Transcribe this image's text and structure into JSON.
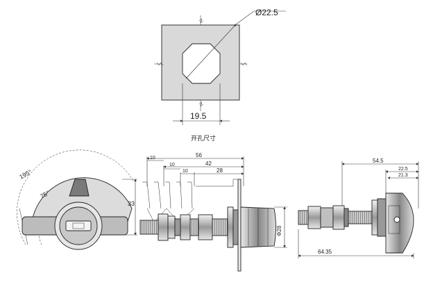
{
  "cutout": {
    "diameter_label": "Ø22.5",
    "width_label": "19.5",
    "caption": "开孔尺寸"
  },
  "front_view": {
    "angle_large": "195°",
    "angle_small": "75°",
    "height_label": "33"
  },
  "side_view": {
    "dim_56": "56",
    "dim_10a": "10",
    "dim_42": "42",
    "dim_10b": "10",
    "dim_10c": "10",
    "dim_28": "28",
    "dia_28": "Φ28"
  },
  "right_view": {
    "dim_54_5": "54.5",
    "dim_22_5": "22.5",
    "dim_21_3": "21.3",
    "dim_64_35": "64.35"
  },
  "colors": {
    "plate": "#d9d9d9",
    "metal": "#b8b8b8",
    "dark_metal": "#6a6a6a",
    "knob": "#8c8c8c"
  }
}
